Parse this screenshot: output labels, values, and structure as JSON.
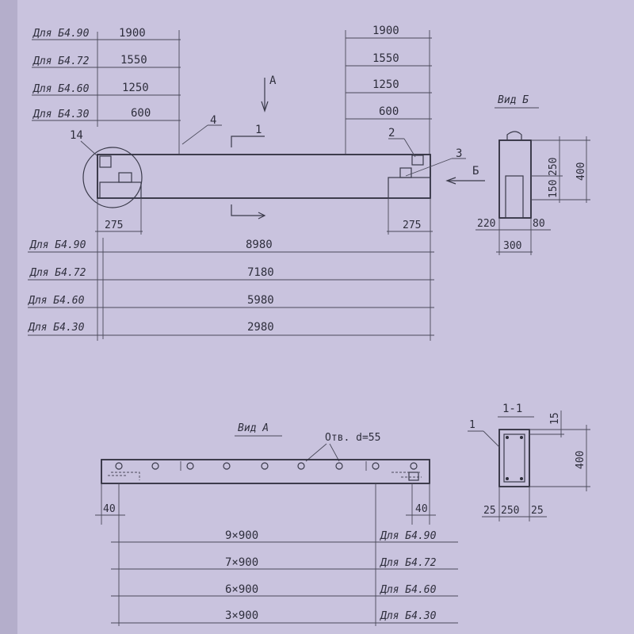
{
  "top_view": {
    "left_table": [
      {
        "label": "Для Б4.90",
        "value": "1900"
      },
      {
        "label": "Для Б4.72",
        "value": "1550"
      },
      {
        "label": "Для Б4.60",
        "value": "1250"
      },
      {
        "label": "Для Б4.30",
        "value": "600"
      }
    ],
    "right_table": [
      "1900",
      "1550",
      "1250",
      "600"
    ],
    "arrow_a": "А",
    "callouts": {
      "c14": "14",
      "c4": "4",
      "c1": "1",
      "c2": "2",
      "c3": "3",
      "arrow_b": "Б"
    },
    "end_dims": {
      "left": "275",
      "right": "275"
    },
    "length_rows": [
      {
        "label": "Для Б4.90",
        "value": "8980"
      },
      {
        "label": "Для Б4.72",
        "value": "7180"
      },
      {
        "label": "Для Б4.60",
        "value": "5980"
      },
      {
        "label": "Для Б4.30",
        "value": "2980"
      }
    ]
  },
  "view_b": {
    "title": "Вид Б",
    "dims": {
      "d250": "250",
      "d150": "150",
      "d400": "400",
      "d220": "220",
      "d80": "80",
      "d300": "300"
    }
  },
  "view_a": {
    "title": "Вид А",
    "hole_note": "Отв. d=55",
    "end_dims": {
      "left": "40",
      "right": "40"
    },
    "rows": [
      {
        "value": "9×900",
        "label": "Для Б4.90"
      },
      {
        "value": "7×900",
        "label": "Для Б4.72"
      },
      {
        "value": "6×900",
        "label": "Для Б4.60"
      },
      {
        "value": "3×900",
        "label": "Для Б4.30"
      }
    ]
  },
  "section_1_1": {
    "title": "1-1",
    "callout": "1",
    "dims": {
      "d15": "15",
      "d400": "400",
      "d25a": "25",
      "d250": "250",
      "d25b": "25"
    }
  }
}
